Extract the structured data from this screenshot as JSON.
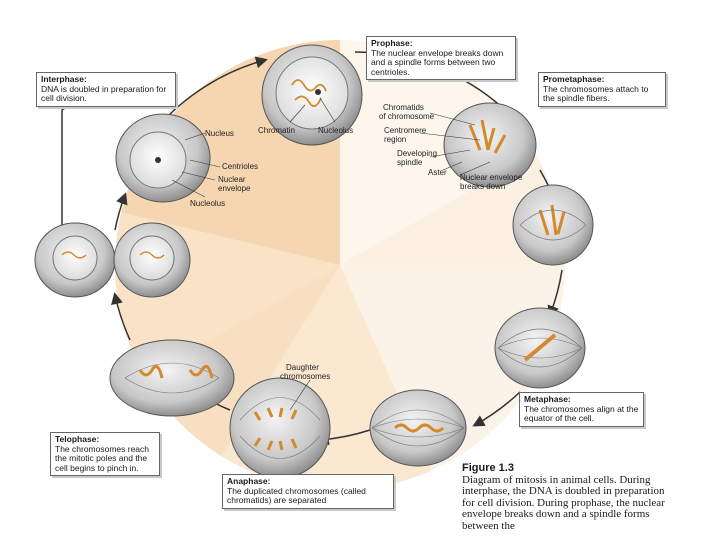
{
  "stages": {
    "prophase": {
      "title": "Prophase:",
      "text": "The nuclear envelope breaks down and a spindle forms between two centrioles."
    },
    "prometaphase": {
      "title": "Prometaphase:",
      "text": "The chromosomes attach to the spindle fibers."
    },
    "metaphase": {
      "title": "Metaphase:",
      "text": "The chromosomes align at the equator of the cell."
    },
    "anaphase": {
      "title": "Anaphase:",
      "text": "The duplicated chromosomes (called chromatids) are separated"
    },
    "telophase": {
      "title": "Telophase:",
      "text": "The chromosomes reach the mitotic poles and the cell begins to pinch in."
    },
    "interphase": {
      "title": "Interphase:",
      "text": "DNA is doubled in preparation for cell division."
    }
  },
  "labels": {
    "nucleus": "Nucleus",
    "centrioles": "Centrioles",
    "nuclear_envelope_1": "Nuclear",
    "nuclear_envelope_2": "envelope",
    "nucleolus_interphase": "Nucleolus",
    "chromatin": "Chromatin",
    "nucleolus_prophase": "Nucleolus",
    "chromatids_1": "Chromatids",
    "chromatids_2": "of chromosome",
    "centromere_1": "Centromere",
    "centromere_2": "region",
    "developing_spindle_1": "Developing",
    "developing_spindle_2": "spindle",
    "aster": "Aster",
    "nuclear_breaks_1": "Nuclear envelope",
    "nuclear_breaks_2": "breaks down",
    "daughter_1": "Daughter",
    "daughter_2": "chromosomes"
  },
  "figure": {
    "number": "Figure 1.3",
    "caption": "Diagram of mitosis in animal cells. During interphase, the DNA is doubled in preparation for cell division. During prophase, the nuclear envelope breaks down and a spindle forms between the"
  },
  "colors": {
    "wedge_light": "#fbe9d4",
    "wedge_mid": "#f7d9b6",
    "wedge_dark": "#f2c697",
    "cell_gray": "#c4c4c4",
    "cell_inner": "#e6e6e6",
    "chromosome": "#d48a2c"
  }
}
